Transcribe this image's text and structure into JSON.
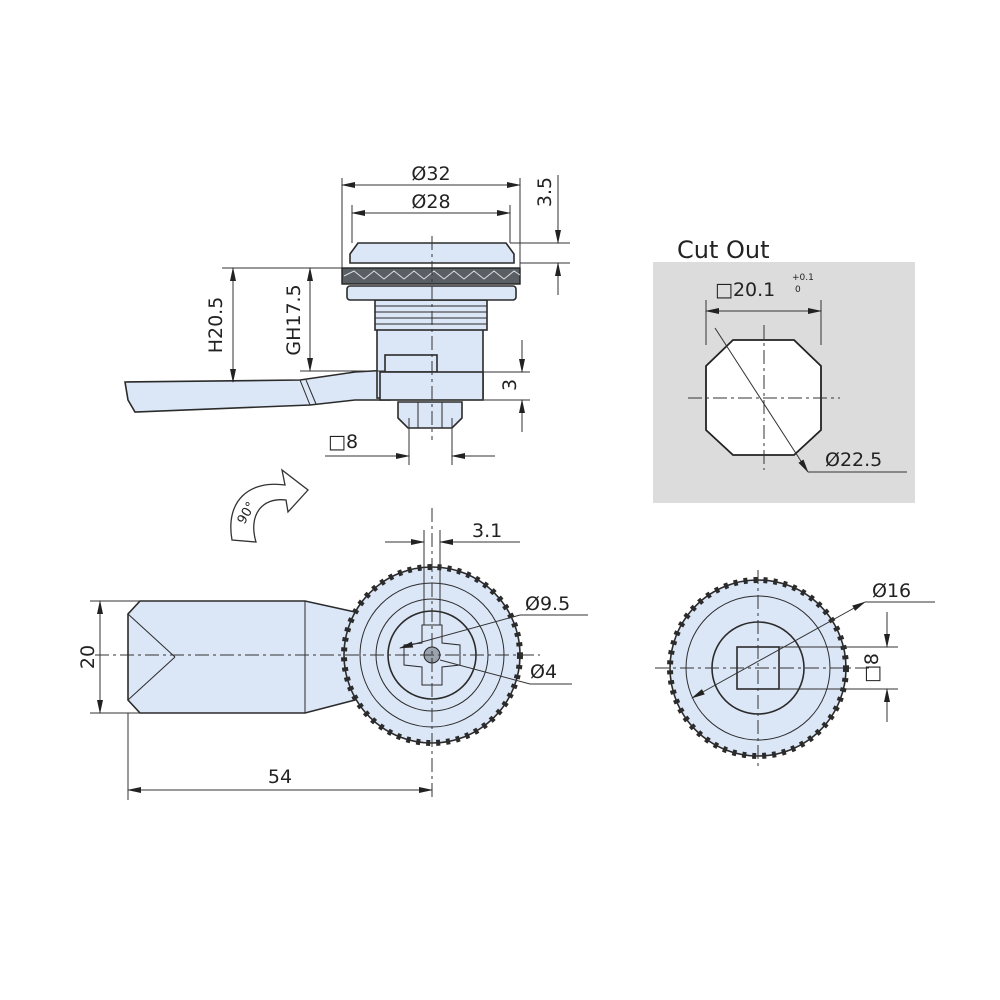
{
  "colors": {
    "part_fill": "#dbe6f7",
    "cutout_bg": "#dcdcdc",
    "line": "#2b2b2b"
  },
  "side_view": {
    "dim_outer_diameter": "Ø32",
    "dim_cap_diameter": "Ø28",
    "dim_cap_height": "3.5",
    "dim_h": "H20.5",
    "dim_gh": "GH17.5",
    "dim_lever_thickness": "3",
    "dim_square": "□8"
  },
  "rotation": {
    "angle_label": "90°"
  },
  "cutout": {
    "title": "Cut Out",
    "dim_square": "□20.1",
    "tol_upper": "+0.1",
    "tol_lower": "0",
    "dim_diameter": "Ø22.5"
  },
  "front_view": {
    "dim_slot": "3.1",
    "dim_key_diameter": "Ø9.5",
    "dim_pin": "Ø4",
    "dim_lever_width": "20",
    "dim_lever_length": "54"
  },
  "back_view": {
    "dim_diameter": "Ø16",
    "dim_square": "□8"
  }
}
